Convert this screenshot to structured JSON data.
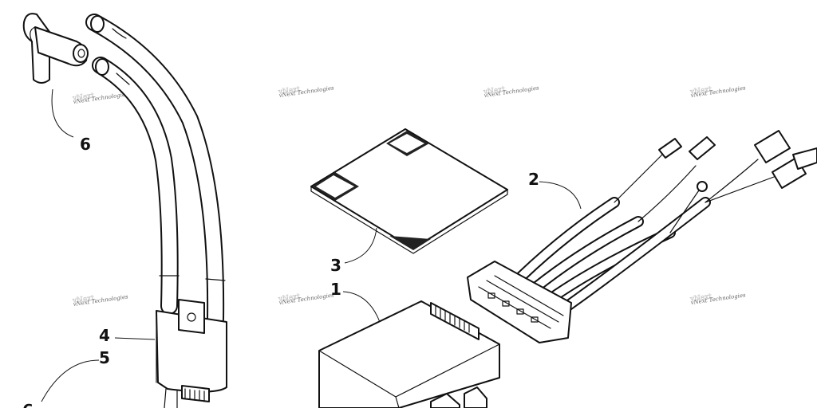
{
  "diagram": {
    "callouts": [
      "1",
      "2",
      "3",
      "4",
      "5",
      "6",
      "6"
    ],
    "watermark": "vNext Technologies"
  }
}
